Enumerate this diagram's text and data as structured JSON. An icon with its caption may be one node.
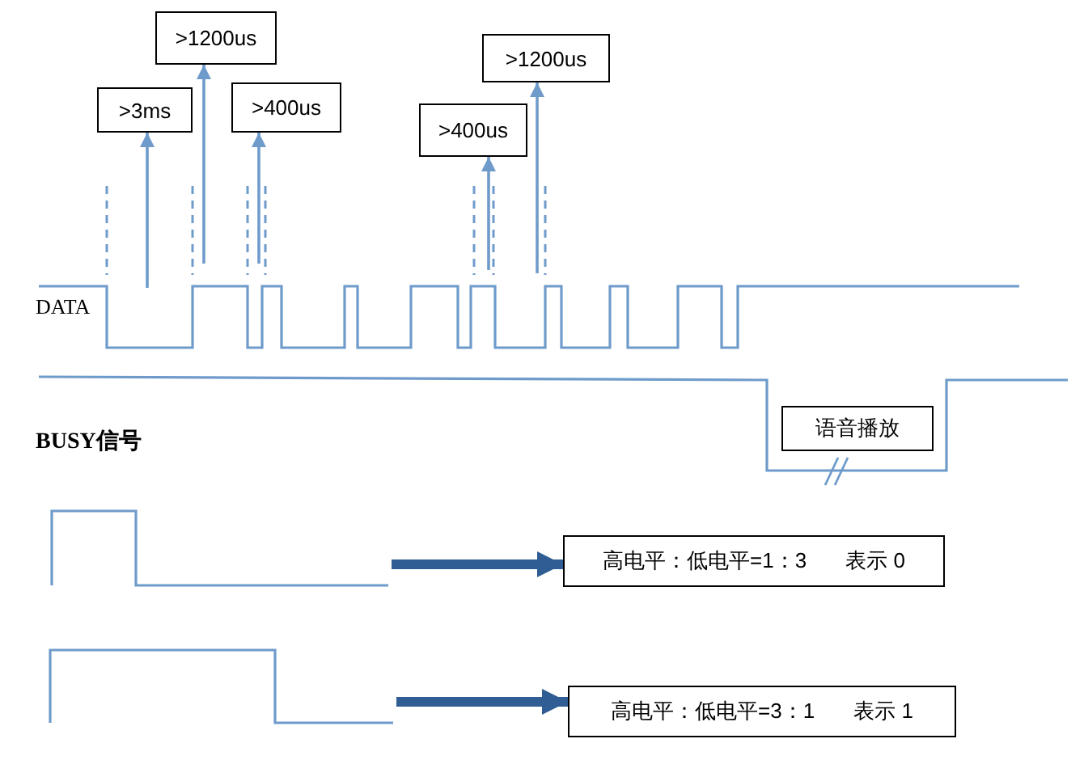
{
  "diagram": {
    "nodes": [
      {
        "text": [
          ">3ms"
        ]
      },
      {
        "text": [
          ">1200us"
        ]
      },
      {
        "text": [
          ">400us"
        ]
      },
      {
        "text": [
          ">400us"
        ]
      },
      {
        "text": [
          ">1200us"
        ]
      },
      {
        "text": [
          "语音播放"
        ]
      },
      {
        "text": [],
        "shape": "waveform"
      },
      {
        "text": [
          "高电平：低电平=1：3",
          "表示 0"
        ]
      },
      {
        "text": [],
        "shape": "waveform"
      },
      {
        "text": [
          "高电平：低电平=3：1",
          "表示 1"
        ]
      }
    ],
    "edges": [
      {
        "from": null,
        "to": 0,
        "arrow": "to"
      },
      {
        "from": null,
        "to": 1,
        "arrow": "to"
      },
      {
        "from": null,
        "to": 2,
        "arrow": "to"
      },
      {
        "from": null,
        "to": 3,
        "arrow": "to"
      },
      {
        "from": null,
        "to": 4,
        "arrow": "to"
      },
      {
        "from": 6,
        "to": 7,
        "arrow": "to",
        "style": "thick",
        "color": "#2f5d94"
      },
      {
        "from": 8,
        "to": 9,
        "arrow": "to",
        "style": "thick",
        "color": "#2f5d94"
      }
    ],
    "labels": [
      "DATA",
      "BUSY信号"
    ]
  }
}
